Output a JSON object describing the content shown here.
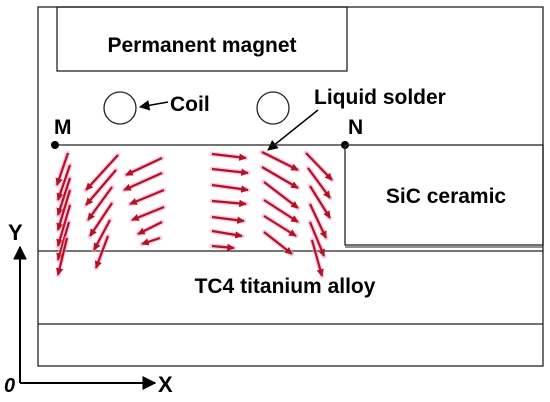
{
  "labels": {
    "permanent_magnet": "Permanent magnet",
    "coil": "Coil",
    "liquid_solder": "Liquid solder",
    "point_m": "M",
    "point_n": "N",
    "sic_ceramic": "SiC ceramic",
    "tc4_alloy": "TC4 titanium alloy",
    "axis_y": "Y",
    "axis_x": "X",
    "origin": "0"
  },
  "colors": {
    "outline": "#222222",
    "arrow": "#b3121f",
    "arrow_glow": "#f2a6d8"
  }
}
